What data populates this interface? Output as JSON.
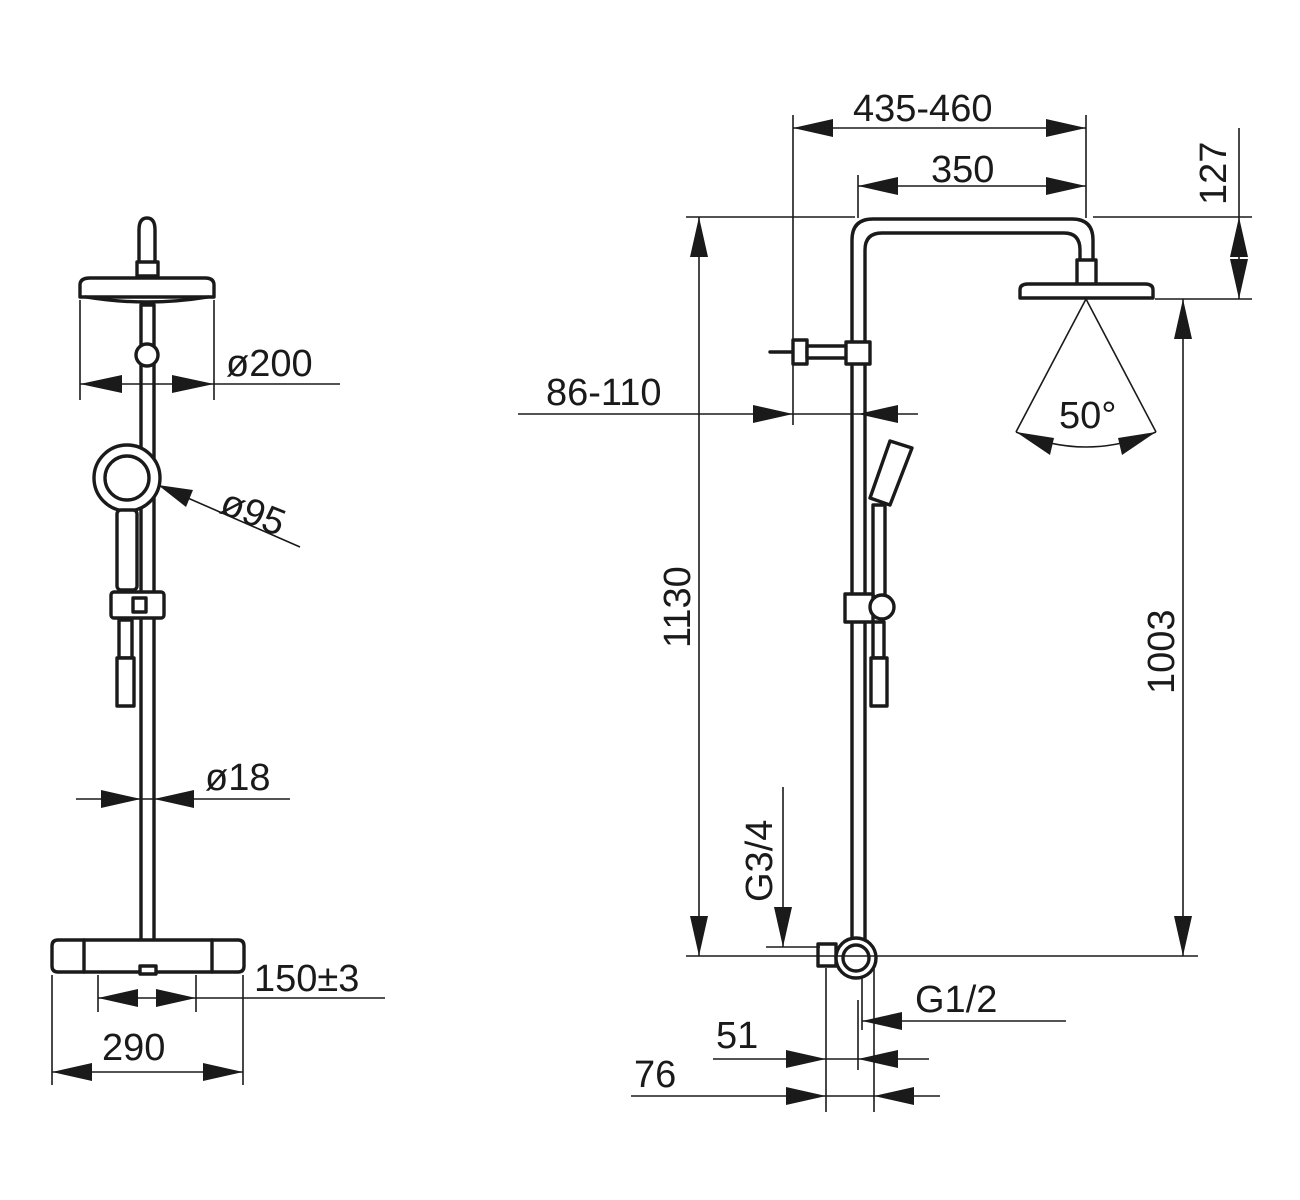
{
  "dimensions": {
    "reach": "435-460",
    "arm": "350",
    "head_drop": "127",
    "wall_gap": "86-110",
    "total_height": "1130",
    "head_height": "1003",
    "spray_angle": "50°",
    "inlet_g34": "G3/4",
    "outlet_g12": "G1/2",
    "depth_51": "51",
    "depth_76": "76",
    "head_diameter": "ø200",
    "hand_diameter": "ø95",
    "pipe_diameter": "ø18",
    "centers": "150±3",
    "width": "290"
  },
  "colors": {
    "line": "#1a1a1a",
    "background": "#ffffff"
  }
}
